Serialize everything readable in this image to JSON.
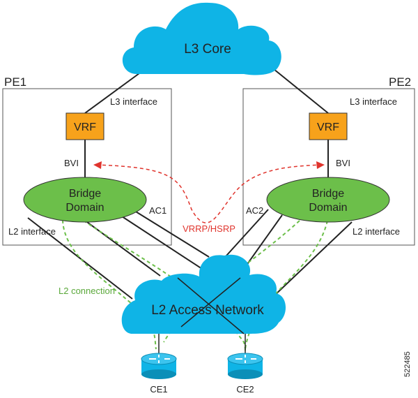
{
  "diagram": {
    "core_label": "L3 Core",
    "pe1": {
      "title": "PE1",
      "l3_interface": "L3 interface",
      "vrf": "VRF",
      "bvi": "BVI",
      "bridge_line1": "Bridge",
      "bridge_line2": "Domain",
      "ac": "AC1",
      "l2_interface": "L2 interface"
    },
    "pe2": {
      "title": "PE2",
      "l3_interface": "L3 interface",
      "vrf": "VRF",
      "bvi": "BVI",
      "bridge_line1": "Bridge",
      "bridge_line2": "Domain",
      "ac": "AC2",
      "l2_interface": "L2 interface"
    },
    "vrrp_label": "VRRP/HSRP",
    "l2_connection_label": "L2 connection",
    "access_network_label": "L2 Access Network",
    "ce1": "CE1",
    "ce2": "CE2",
    "figure_id": "522485",
    "colors": {
      "cloud": "#0fb4e6",
      "vrf": "#f7a21b",
      "bridge": "#6cbf4a",
      "vrrp": "#e0342d",
      "l2_connection": "#6cbf4a",
      "router": "#0fb4e6",
      "line": "#222222"
    }
  }
}
